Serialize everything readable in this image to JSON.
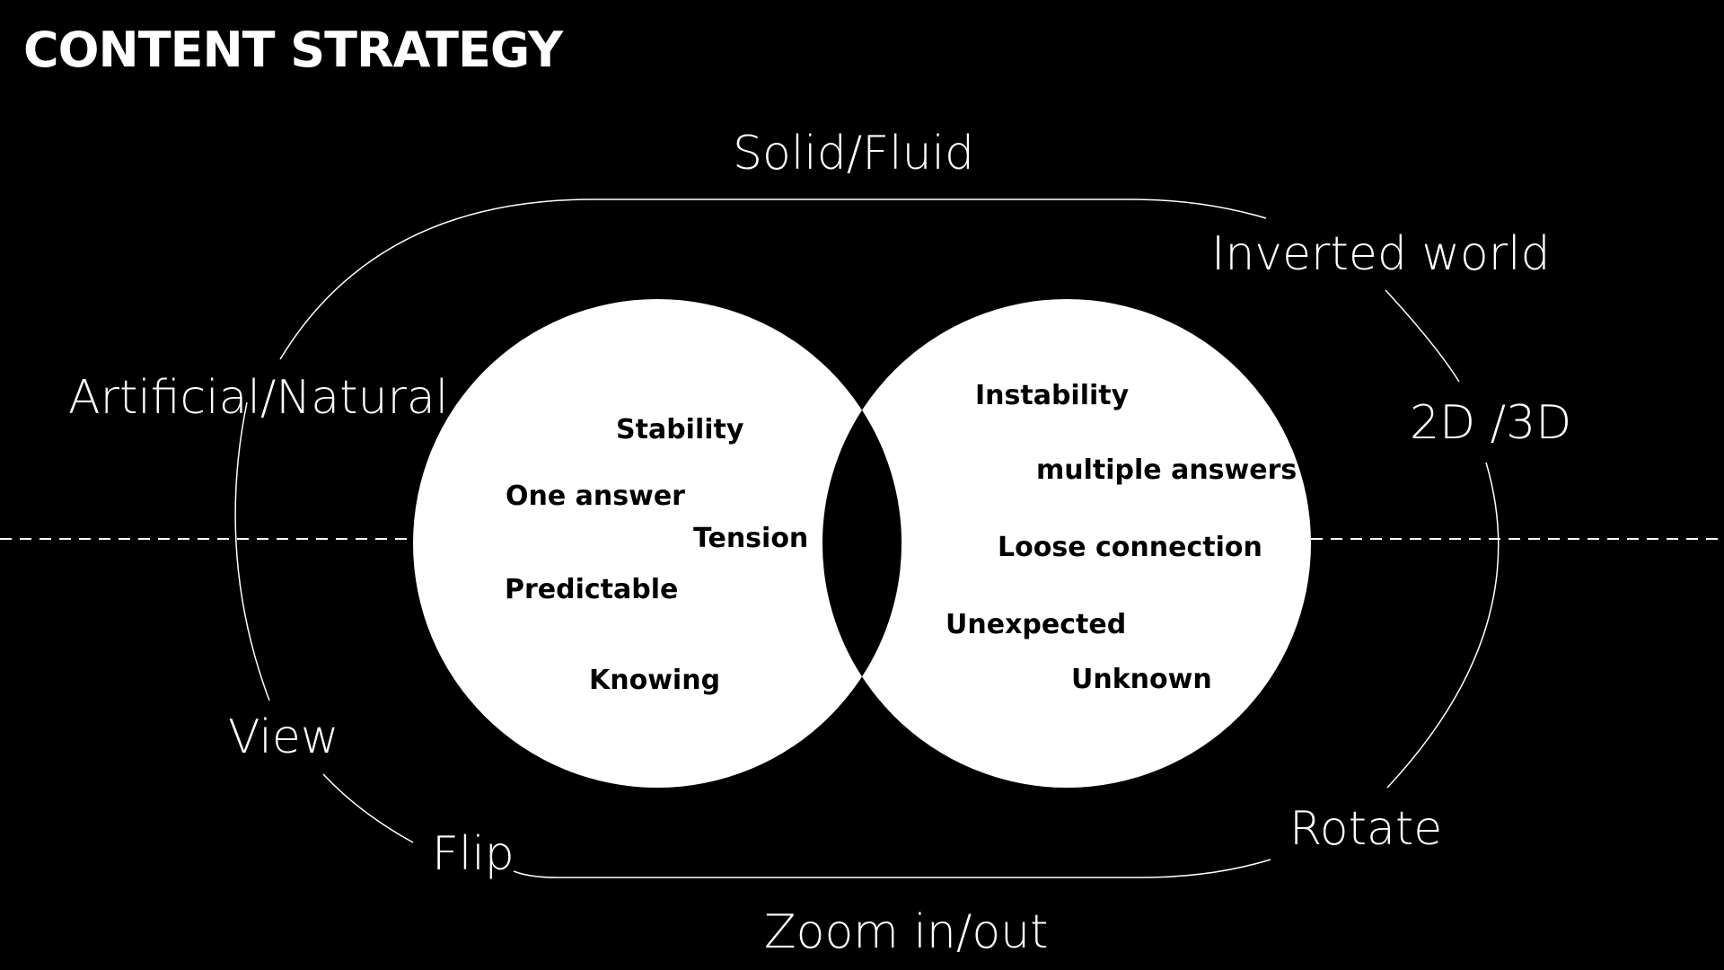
{
  "title": "CONTENT STRATEGY",
  "colors": {
    "background": "#000000",
    "foreground": "#ffffff"
  },
  "outer_ring_labels": {
    "top": "Solid/Fluid",
    "top_right": "Inverted world",
    "right": "2D /3D",
    "bottom_right": "Rotate",
    "bottom": "Zoom in/out",
    "bottom_left_a": "Flip",
    "bottom_left_b": "View",
    "left": "Artificial/Natural"
  },
  "left_circle": {
    "items": [
      "Stability",
      "One answer",
      "Tension",
      "Predictable",
      "Knowing"
    ]
  },
  "right_circle": {
    "items": [
      "Instability",
      "multiple answers",
      "Loose connection",
      "Unexpected",
      "Unknown"
    ]
  }
}
